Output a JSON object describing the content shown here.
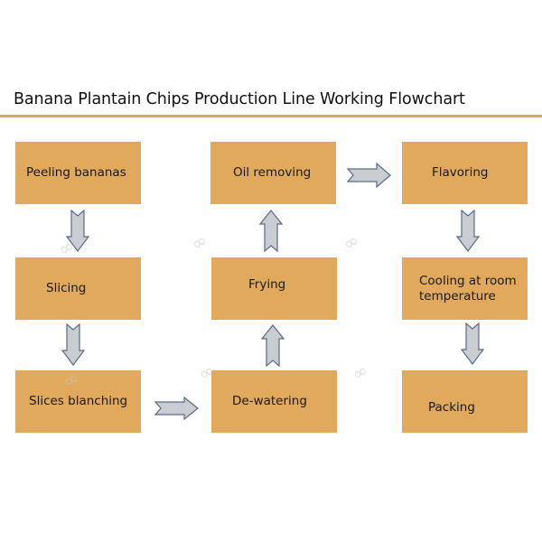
{
  "title": "Banana Plantain Chips Production Line Working Flowchart",
  "colors": {
    "box_fill": "#e0a95c",
    "rule": "#d6a861",
    "arrow_fill": "#c9ccd1",
    "arrow_stroke": "#5a6b82"
  },
  "steps": [
    {
      "id": "peeling",
      "label": "Peeling bananas"
    },
    {
      "id": "slicing",
      "label": "Slicing"
    },
    {
      "id": "blanching",
      "label": "Slices blanching"
    },
    {
      "id": "dewatering",
      "label": "De-watering"
    },
    {
      "id": "frying",
      "label": "Frying"
    },
    {
      "id": "oil-removing",
      "label": "Oil removing"
    },
    {
      "id": "flavoring",
      "label": "Flavoring"
    },
    {
      "id": "cooling",
      "label": "Cooling at room temperature"
    },
    {
      "id": "packing",
      "label": "Packing"
    }
  ],
  "arrows": [
    {
      "from": "peeling",
      "to": "slicing",
      "direction": "down"
    },
    {
      "from": "slicing",
      "to": "blanching",
      "direction": "down"
    },
    {
      "from": "blanching",
      "to": "dewatering",
      "direction": "right"
    },
    {
      "from": "dewatering",
      "to": "frying",
      "direction": "up"
    },
    {
      "from": "frying",
      "to": "oil-removing",
      "direction": "up"
    },
    {
      "from": "oil-removing",
      "to": "flavoring",
      "direction": "right"
    },
    {
      "from": "flavoring",
      "to": "cooling",
      "direction": "down"
    },
    {
      "from": "cooling",
      "to": "packing",
      "direction": "down"
    }
  ],
  "watermark_icon": "link-logo-icon"
}
